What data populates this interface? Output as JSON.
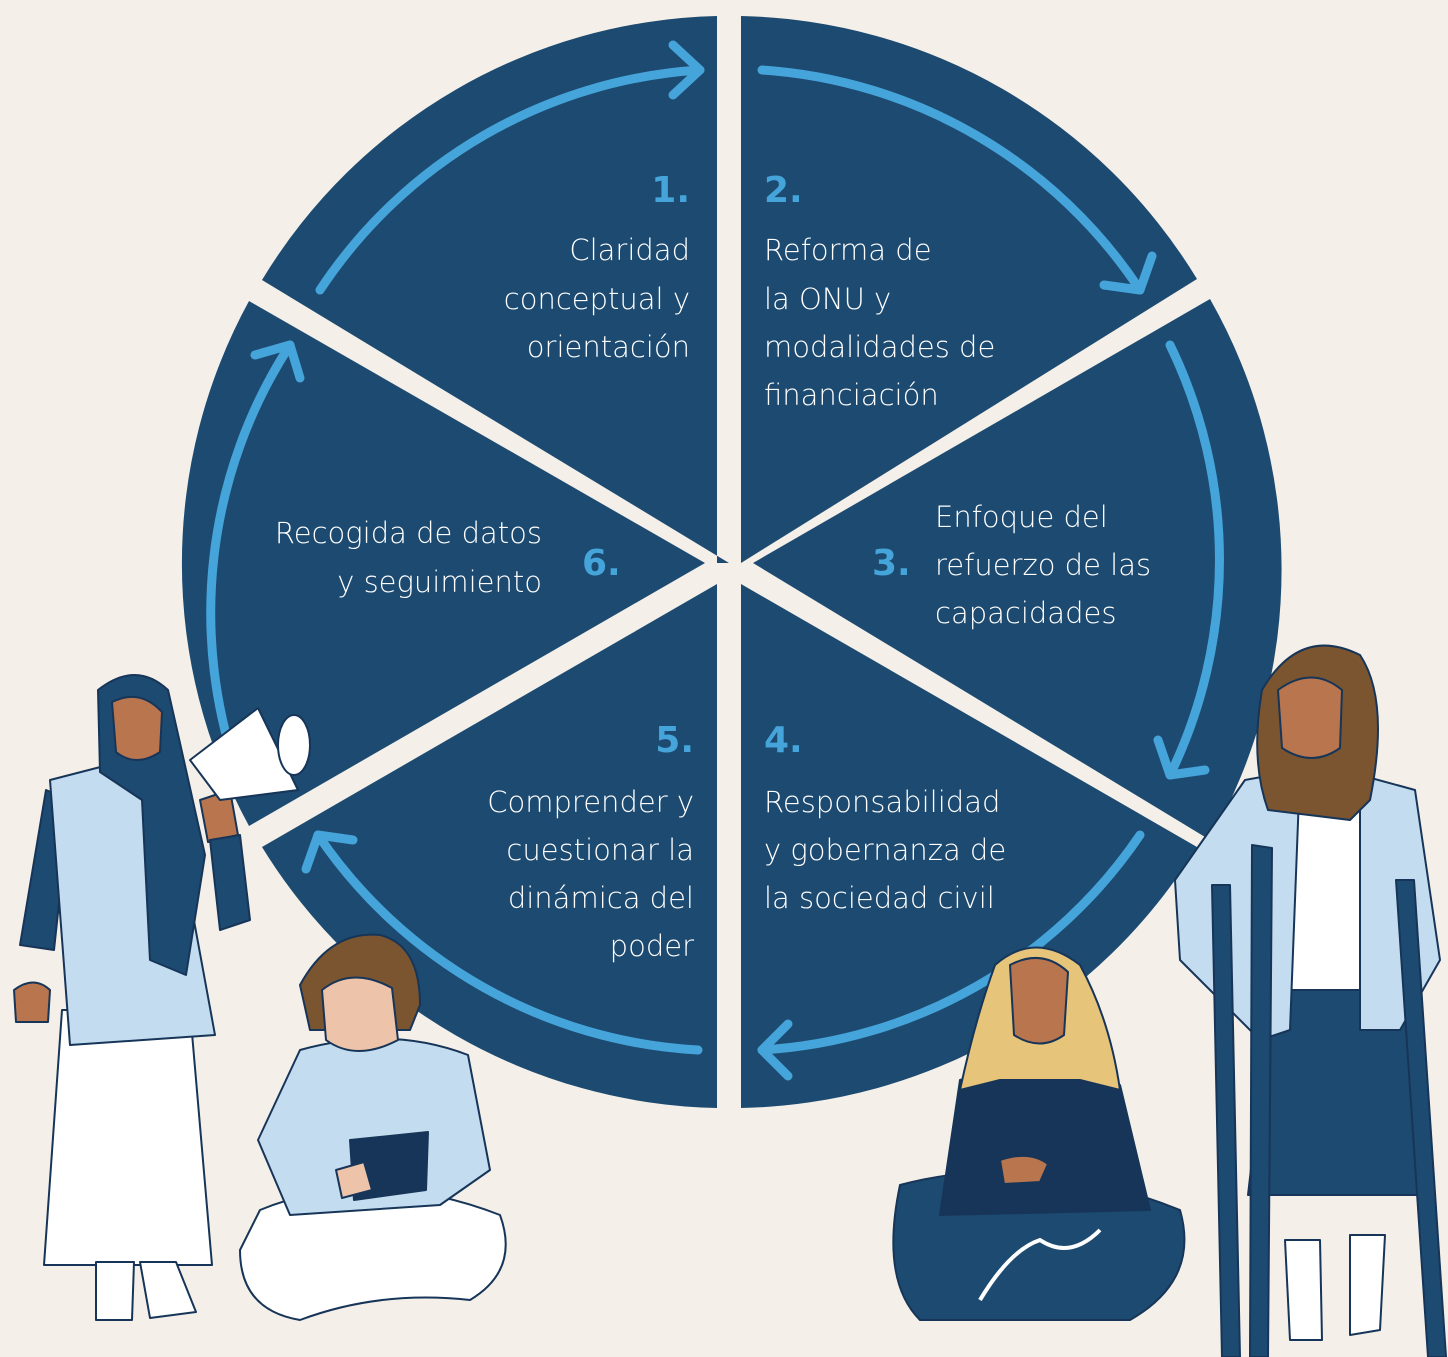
{
  "colors": {
    "background": "#f4f0e9",
    "segment": "#1d4a70",
    "arrow": "#45a4da",
    "number": "#45a4da",
    "label_text": "#ffffff",
    "figure_navy": "#1d4a70",
    "figure_dark": "#173558",
    "figure_light": "#c3dcf0",
    "skin_dark": "#b9754e",
    "skin_light": "#edc3aa",
    "hair_blonde": "#e6c47a",
    "hair_brown": "#7b5530",
    "white": "#ffffff"
  },
  "segments": [
    {
      "number": "1.",
      "lines": [
        "Claridad",
        "conceptual y",
        "orientación"
      ]
    },
    {
      "number": "2.",
      "lines": [
        "Reforma de",
        "la ONU y",
        "modalidades de",
        "financiación"
      ]
    },
    {
      "number": "3.",
      "lines": [
        "Enfoque del",
        "refuerzo de las",
        "capacidades"
      ]
    },
    {
      "number": "4.",
      "lines": [
        "Responsabilidad",
        "y gobernanza de",
        "la sociedad civil"
      ]
    },
    {
      "number": "5.",
      "lines": [
        "Comprender y",
        "cuestionar la",
        "dinámica del",
        "poder"
      ]
    },
    {
      "number": "6.",
      "lines": [
        "Recogida de datos",
        "y seguimiento"
      ]
    }
  ],
  "illustrations": [
    {
      "name": "woman-with-megaphone"
    },
    {
      "name": "child-reading-book"
    },
    {
      "name": "woman-sitting-cross-legged"
    },
    {
      "name": "girl-with-crutches"
    }
  ]
}
